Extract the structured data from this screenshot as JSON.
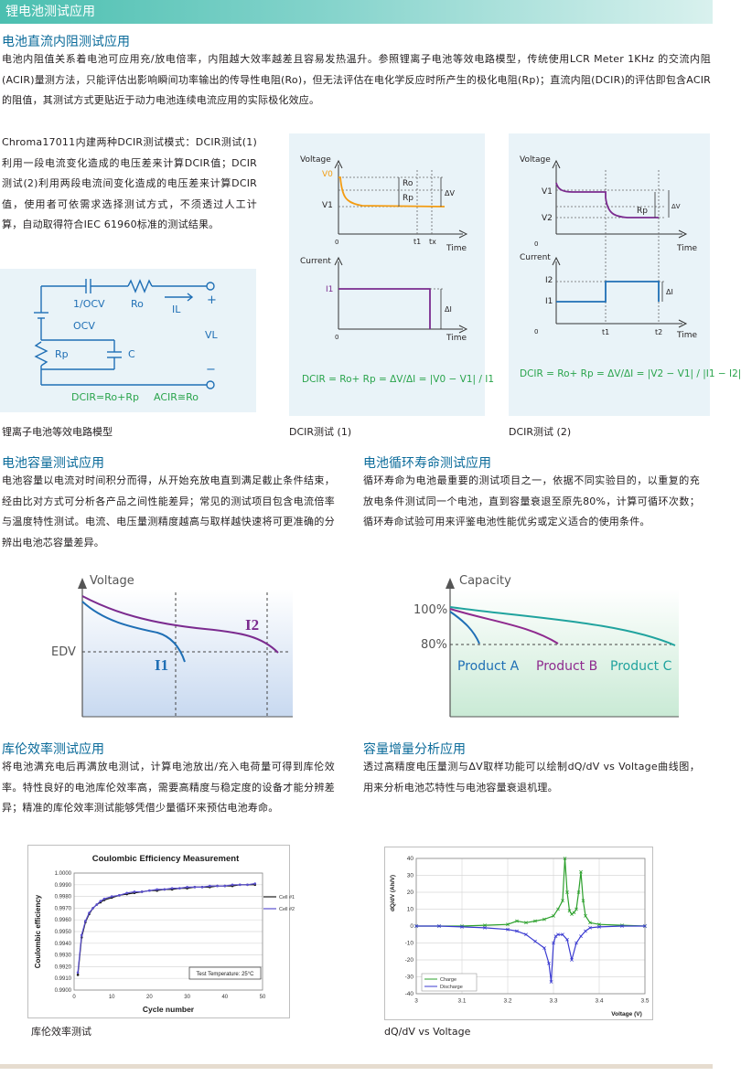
{
  "banner": {
    "title": "锂电池测试应用"
  },
  "dcir": {
    "title": "电池直流内阻测试应用",
    "para": "电池内阻值关系着电池可应用充/放电倍率，内阻越大效率越差且容易发热温升。参照锂离子电池等效电路模型，传统使用LCR Meter 1KHz 的交流内阻(ACIR)量测方法，只能评估出影响瞬间功率输出的传导性电阻(Ro)，但无法评估在电化学反应时所产生的极化电阻(Rp)；直流内阻(DCIR)的评估即包含ACIR的阻值，其测试方式更贴近于动力电池连续电流应用的实际极化效应。",
    "chroma_para": "Chroma17011内建两种DCIR测试模式：DCIR测试(1)利用一段电流变化造成的电压差来计算DCIR值；DCIR测试(2)利用两段电流间变化造成的电压差来计算DCIR值，使用者可依需求选择测试方式，不须透过人工计算，自动取得符合IEC 61960标准的测试结果。"
  },
  "circuit": {
    "caption": "锂离子电池等效电路模型",
    "labels": {
      "ocv1": "1/OCV",
      "ro": "Ro",
      "il": "IL",
      "plus": "+",
      "ocv": "OCV",
      "vl": "VL",
      "rp": "Rp",
      "c": "C",
      "minus": "−",
      "formula1": "DCIR=Ro+Rp",
      "formula2": "ACIR≅Ro"
    }
  },
  "dcir1": {
    "caption": "DCIR测试 (1)",
    "labels": {
      "voltage": "Voltage",
      "current": "Current",
      "time": "Time",
      "v0": "V0",
      "v1": "V1",
      "ro": "Ro",
      "rp": "Rp",
      "dv": "ΔV",
      "di": "ΔI",
      "i1": "I1",
      "t1": "t1",
      "tx": "tx",
      "zero": "0",
      "formula": "DCIR = Ro+ Rp = ΔV/ΔI = |V0 − V1| / I1"
    },
    "colors": {
      "voltage_curve": "#f39c12",
      "current_curve": "#7b2b8f",
      "formula": "#2aa44c"
    }
  },
  "dcir2": {
    "caption": "DCIR测试 (2)",
    "labels": {
      "voltage": "Voltage",
      "current": "Current",
      "time": "Time",
      "v1": "V1",
      "v2": "V2",
      "rp": "Rp",
      "dv": "ΔV",
      "di": "ΔI",
      "i1": "I1",
      "i2": "I2",
      "t1": "t1",
      "t2": "t2",
      "zero": "0",
      "formula": "DCIR = Ro+ Rp = ΔV/ΔI = |V2 − V1| / |I1 − I2|"
    },
    "colors": {
      "voltage_curve": "#7b2b8f",
      "current_curve": "#1f6fb5",
      "formula": "#2aa44c"
    }
  },
  "capacity": {
    "title": "电池容量测试应用",
    "para": "电池容量以电流对时间积分而得，从开始充放电直到满足截止条件结束，经由比对方式可分析各产品之间性能差异；常见的测试项目包含电流倍率与温度特性测试。电流、电压量测精度越高与取样越快速将可更准确的分辨出电池芯容量差异。",
    "chart": {
      "ylabel": "Voltage",
      "edv": "EDV",
      "i1": "I1",
      "i2": "I2"
    },
    "colors": {
      "i1_curve": "#1f6fb5",
      "i2_curve": "#7b2b8f"
    }
  },
  "cycle": {
    "title": "电池循环寿命测试应用",
    "para": "循环寿命为电池最重要的测试项目之一，依据不同实验目的，以重复的充放电条件测试同一个电池，直到容量衰退至原先80%，计算可循环次数；循环寿命试验可用来评鉴电池性能优劣或定义适合的使用条件。",
    "chart": {
      "ylabel": "Capacity",
      "y100": "100%",
      "y80": "80%",
      "product_a": "Product A",
      "product_b": "Product B",
      "product_c": "Product C"
    },
    "colors": {
      "product_a": "#1f6fb5",
      "product_b": "#8e2a8e",
      "product_c": "#20a39e"
    }
  },
  "coulombic": {
    "title": "库伦效率测试应用",
    "para": "将电池满充电后再满放电测试，计算电池放出/充入电荷量可得到库伦效率。特性良好的电池库伦效率高，需要高精度与稳定度的设备才能分辨差异；精准的库伦效率测试能够凭借少量循环来预估电池寿命。",
    "caption": "库伦效率测试"
  },
  "dqdv": {
    "title": "容量增量分析应用",
    "para": "透过高精度电压量测与ΔV取样功能可以绘制dQ/dV vs Voltage曲线图，用来分析电池芯特性与电池容量衰退机理。",
    "caption": "dQ/dV vs Voltage"
  },
  "chart_data": [
    {
      "type": "line",
      "title": "Coulombic Efficiency Measurement",
      "xlabel": "Cycle number",
      "ylabel": "Coulombic efficiency",
      "xlim": [
        0,
        50
      ],
      "ylim": [
        0.99,
        1.0
      ],
      "xticks": [
        "0",
        "10",
        "20",
        "30",
        "40",
        "50"
      ],
      "yticks": [
        "0.9900",
        "0.9910",
        "0.9920",
        "0.9930",
        "0.9940",
        "0.9950",
        "0.9960",
        "0.9970",
        "0.9980",
        "0.9990",
        "1.0000"
      ],
      "annotation": "Test Temperature: 25°C",
      "grid": true,
      "legend": "right",
      "series": [
        {
          "name": "Cell #1",
          "color": "#1a1a1a",
          "x": [
            1,
            2,
            3,
            4,
            5,
            6,
            7,
            8,
            10,
            12,
            14,
            16,
            18,
            20,
            22,
            24,
            26,
            28,
            30,
            32,
            34,
            36,
            38,
            40,
            42,
            44,
            46,
            48
          ],
          "values": [
            0.9913,
            0.9945,
            0.9958,
            0.9965,
            0.997,
            0.9973,
            0.9975,
            0.9977,
            0.9979,
            0.9981,
            0.9982,
            0.9983,
            0.9984,
            0.9985,
            0.9985,
            0.9986,
            0.9986,
            0.9987,
            0.9987,
            0.9988,
            0.9988,
            0.9988,
            0.9989,
            0.9989,
            0.9989,
            0.999,
            0.999,
            0.999
          ]
        },
        {
          "name": "Cell #2",
          "color": "#5a4fcf",
          "x": [
            1,
            2,
            3,
            4,
            5,
            6,
            7,
            8,
            10,
            12,
            14,
            16,
            18,
            20,
            22,
            24,
            26,
            28,
            30,
            32,
            34,
            36,
            38,
            40,
            42,
            44,
            46,
            48
          ],
          "values": [
            0.9915,
            0.9947,
            0.9959,
            0.9966,
            0.997,
            0.9973,
            0.9976,
            0.9978,
            0.998,
            0.9981,
            0.9983,
            0.9984,
            0.9984,
            0.9985,
            0.9986,
            0.9986,
            0.9987,
            0.9987,
            0.9988,
            0.9988,
            0.9988,
            0.9989,
            0.9989,
            0.9989,
            0.999,
            0.999,
            0.999,
            0.9991
          ]
        }
      ]
    },
    {
      "type": "line",
      "title": "",
      "xlabel": "Voltage (V)",
      "ylabel": "dQ/dV (Ah/V)",
      "xlim": [
        3,
        3.5
      ],
      "ylim": [
        -40,
        40
      ],
      "xticks": [
        "3",
        "3.1",
        "3.2",
        "3.3",
        "3.4",
        "3.5"
      ],
      "yticks": [
        "-40",
        "-30",
        "-20",
        "-10",
        "0",
        "10",
        "20",
        "30",
        "40"
      ],
      "grid": true,
      "legend": "bottom-left",
      "series": [
        {
          "name": "Charge",
          "color": "#2ca02c",
          "x": [
            3.0,
            3.05,
            3.1,
            3.15,
            3.2,
            3.22,
            3.24,
            3.26,
            3.28,
            3.3,
            3.31,
            3.32,
            3.325,
            3.33,
            3.335,
            3.34,
            3.345,
            3.35,
            3.355,
            3.36,
            3.365,
            3.37,
            3.38,
            3.4,
            3.45,
            3.5
          ],
          "values": [
            0,
            0,
            0,
            0.5,
            1,
            3,
            2,
            3,
            4,
            6,
            10,
            15,
            40,
            20,
            9,
            7,
            8,
            10,
            20,
            32,
            15,
            6,
            2,
            1,
            0.5,
            0
          ]
        },
        {
          "name": "Discharge",
          "color": "#3b3bd1",
          "x": [
            3.0,
            3.05,
            3.1,
            3.15,
            3.2,
            3.22,
            3.24,
            3.26,
            3.28,
            3.29,
            3.295,
            3.3,
            3.305,
            3.31,
            3.32,
            3.33,
            3.34,
            3.35,
            3.36,
            3.37,
            3.38,
            3.4,
            3.45,
            3.5
          ],
          "values": [
            0,
            0,
            -0.5,
            -1,
            -2,
            -3,
            -5,
            -9,
            -13,
            -22,
            -33,
            -10,
            -6,
            -5,
            -5,
            -8,
            -20,
            -10,
            -6,
            -3,
            -1,
            -0.5,
            0,
            0
          ]
        }
      ]
    }
  ]
}
